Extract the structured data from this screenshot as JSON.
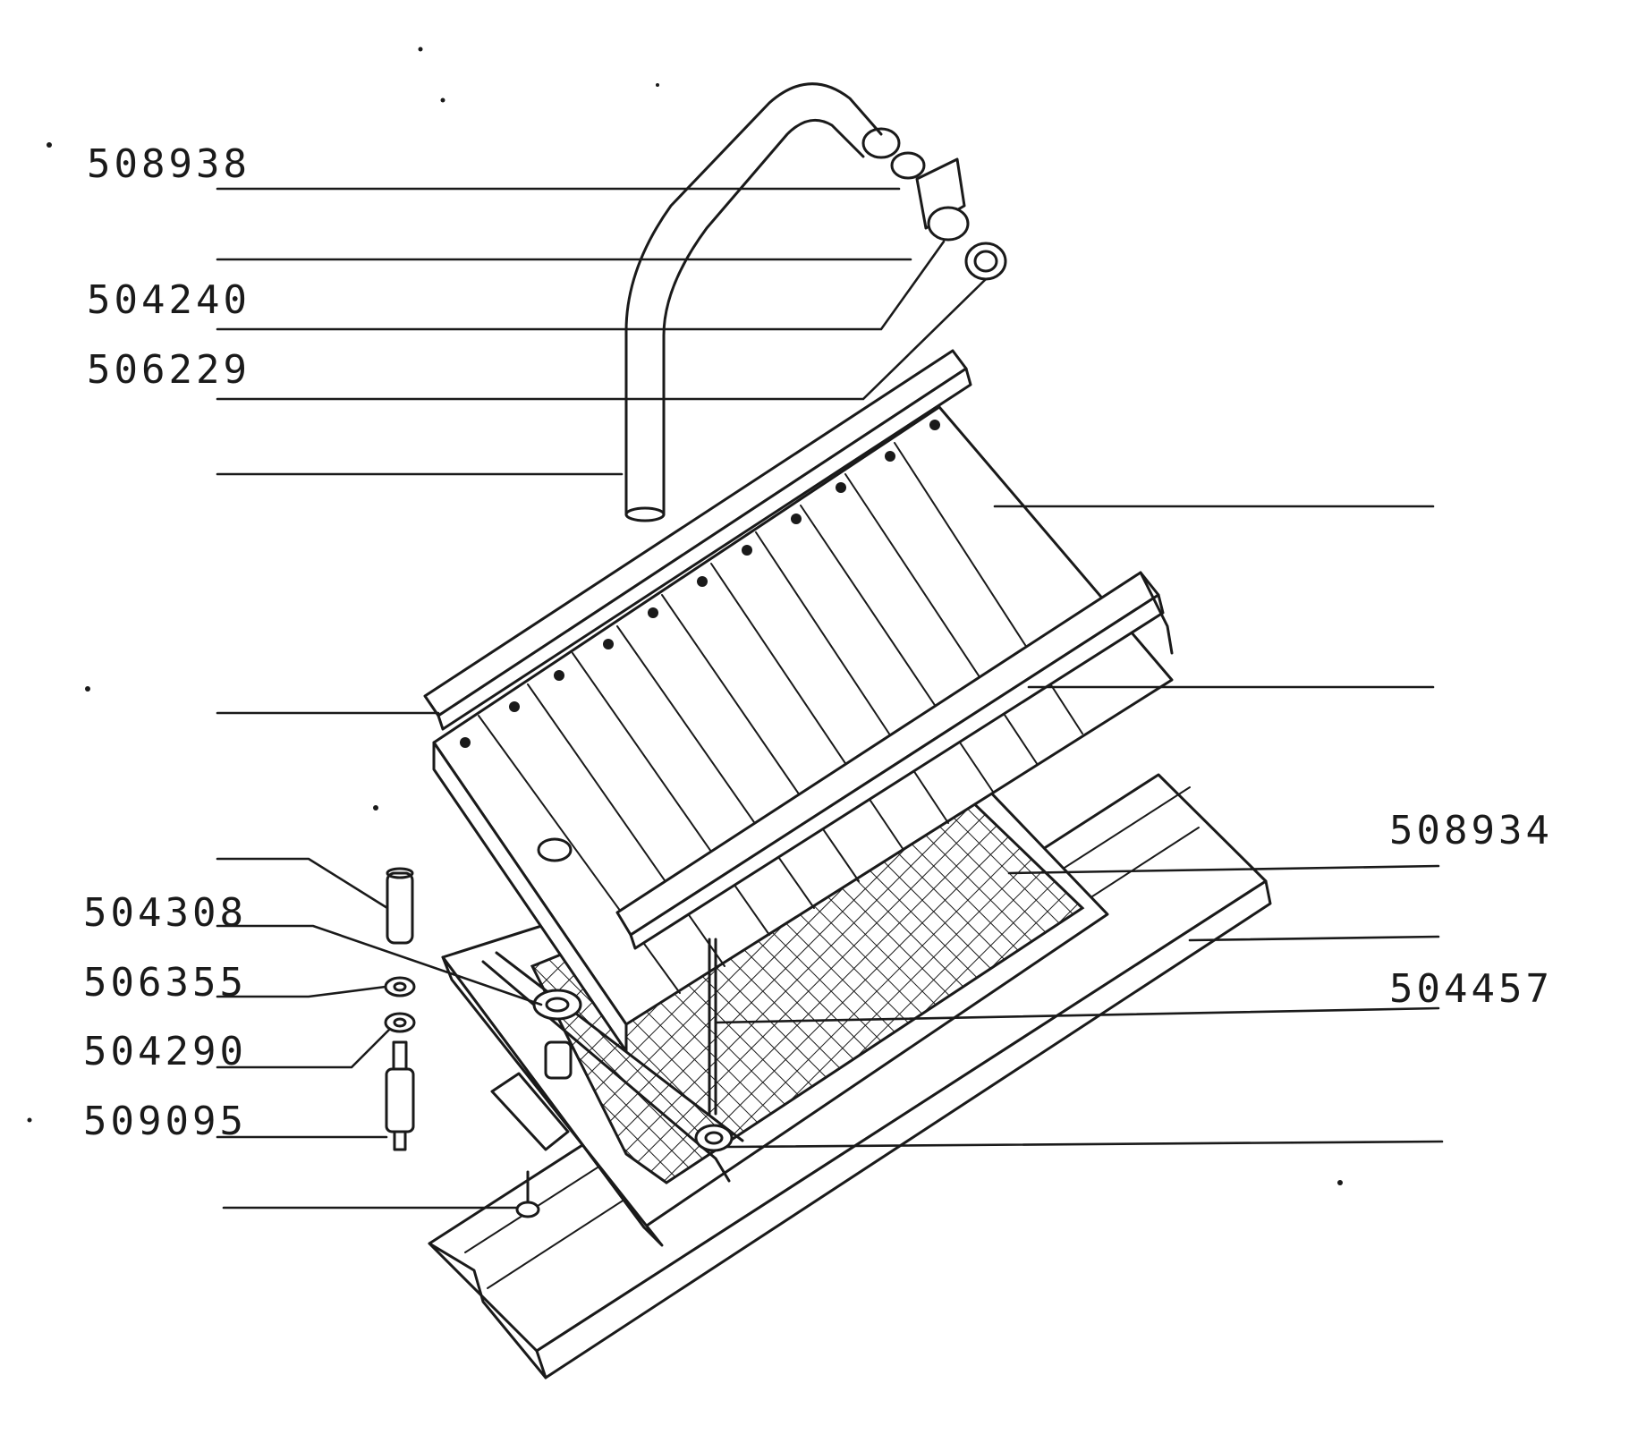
{
  "colors": {
    "ink": "#1a1a1a",
    "paper": "#ffffff"
  },
  "labels": {
    "l508938": "508938",
    "l504240": "504240",
    "l506229": "506229",
    "l508934": "508934",
    "l504308": "504308",
    "l506355": "506355",
    "l504290": "504290",
    "l504457": "504457",
    "l509095": "509095"
  }
}
